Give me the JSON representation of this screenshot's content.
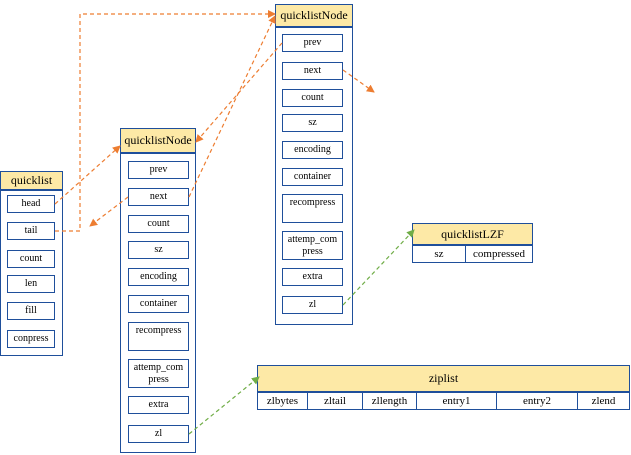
{
  "quicklist": {
    "title": "quicklist",
    "fields": [
      "head",
      "tail",
      "count",
      "len",
      "fill",
      "conpress"
    ]
  },
  "node_top": {
    "title": "quicklistNode",
    "fields": [
      "prev",
      "next",
      "count",
      "sz",
      "encoding",
      "container",
      "recompress",
      "attemp_compress",
      "extra",
      "zl"
    ]
  },
  "node_left": {
    "title": "quicklistNode",
    "fields": [
      "prev",
      "next",
      "count",
      "sz",
      "encoding",
      "container",
      "recompress",
      "attemp_compress",
      "extra",
      "zl"
    ]
  },
  "lzf": {
    "title": "quicklistLZF",
    "cells": [
      "sz",
      "compressed"
    ]
  },
  "ziplist": {
    "title": "ziplist",
    "cells": [
      "zlbytes",
      "zltail",
      "zllength",
      "entry1",
      "entry2",
      "zlend"
    ]
  },
  "colors": {
    "pointer_arrow": "#ed7d31",
    "data_arrow": "#70ad47",
    "border": "#1f4f9b",
    "title_fill": "#fde9a6"
  }
}
